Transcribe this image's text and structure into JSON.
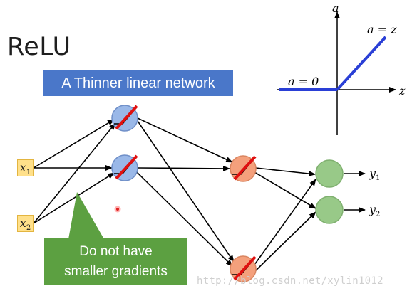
{
  "title": "ReLU",
  "banner": "A Thinner linear network",
  "callout": {
    "line1": "Do not have",
    "line2": "smaller gradients"
  },
  "inputs": [
    {
      "main": "x",
      "sub": "1"
    },
    {
      "main": "x",
      "sub": "2"
    }
  ],
  "outputs": [
    {
      "main": "y",
      "sub": "1"
    },
    {
      "main": "y",
      "sub": "2"
    }
  ],
  "graph": {
    "y_axis": "a",
    "x_axis": "z",
    "left_label": "a = 0",
    "right_label": "a = z"
  },
  "watermark": "http://blog.csdn.net/xylin1012",
  "colors": {
    "banner": "#4a77c9",
    "callout": "#5ca041",
    "hidden1": "#9ab8e8",
    "hidden2": "#f4a07c",
    "output": "#98c988",
    "relu_line": "#2a3fd6",
    "input": "#ffe08a"
  }
}
